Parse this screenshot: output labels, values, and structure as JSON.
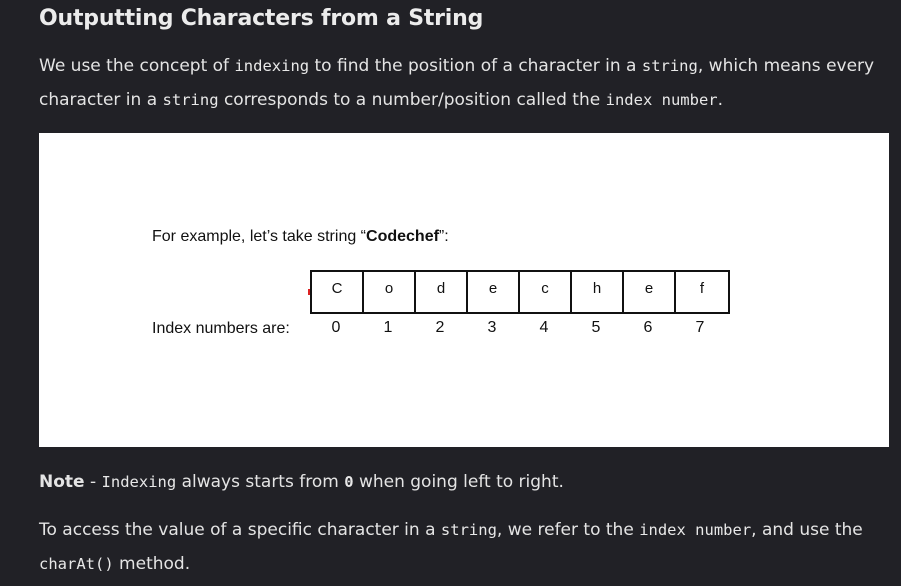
{
  "heading": "Outputting Characters from a String",
  "intro": {
    "t1": "We use the concept of ",
    "c1": "indexing",
    "t2": " to find the position of a character in a ",
    "c2": "string",
    "t3": ", which means every character in a ",
    "c3": "string",
    "t4": " corresponds to a number/position called the ",
    "c4": "index number",
    "t5": "."
  },
  "figure": {
    "example_prefix": "For example, let’s take string “",
    "example_word": "Codechef",
    "example_suffix": "”:",
    "index_label": "Index numbers are:",
    "characters": [
      "C",
      "o",
      "d",
      "e",
      "c",
      "h",
      "e",
      "f"
    ],
    "indices": [
      "0",
      "1",
      "2",
      "3",
      "4",
      "5",
      "6",
      "7"
    ]
  },
  "note": {
    "label": "Note",
    "dash": " - ",
    "c1": "Indexing",
    "t1": " always starts from ",
    "c2": "0",
    "t2": " when going left to right."
  },
  "access": {
    "t1": "To access the value of a specific character in a ",
    "c1": "string",
    "t2": ", we refer to the ",
    "c2": "index number",
    "t3": ", and use the ",
    "c3": "charAt()",
    "t4": " method."
  }
}
